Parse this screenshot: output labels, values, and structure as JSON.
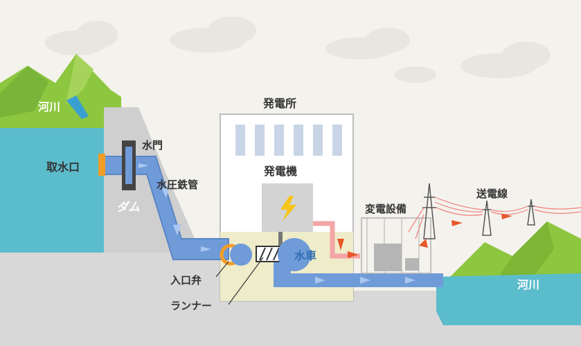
{
  "labels": {
    "river_left": "河川",
    "intake": "取水口",
    "gate": "水門",
    "penstock": "水圧鉄管",
    "dam": "ダム",
    "powerhouse": "発電所",
    "generator": "発電機",
    "turbine": "水車",
    "inlet_valve": "入口弁",
    "runner": "ランナー",
    "substation": "変電設備",
    "transmission_line": "送電線",
    "river_right": "河川"
  },
  "colors": {
    "sky": "#f4f2ec",
    "ground": "#d8d8d8",
    "mountain": "#8dc63f",
    "water": "#5bbccc",
    "penstock": "#6f9bd9",
    "building": "#ffffff",
    "turbine_room": "#efecca",
    "valve": "#f39c27",
    "power_line": "#f08080",
    "arrow": "#e8572a"
  },
  "icons": {
    "generator_symbol": "lightning-bolt-icon"
  }
}
